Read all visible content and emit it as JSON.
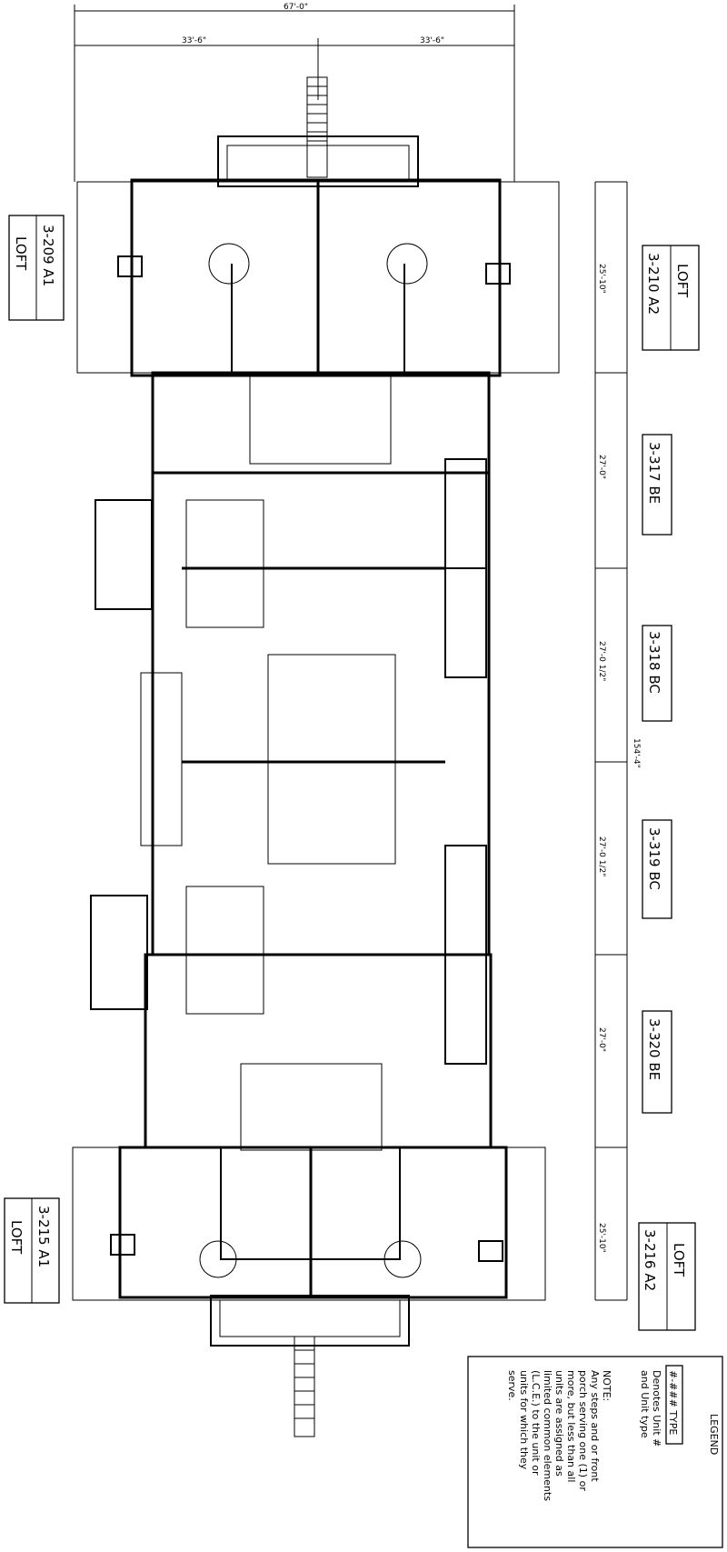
{
  "dimensions": {
    "overall_width": "67'-0\"",
    "half_left": "33'-6\"",
    "half_right": "33'-6\"",
    "overall_length": "154'-4\"",
    "segments": [
      "25'-10\"",
      "27'-0\"",
      "27'-0 1/2\"",
      "27'-0 1/2\"",
      "27'-0\"",
      "25'-10\""
    ]
  },
  "units": [
    {
      "id": "u209",
      "lines": [
        "3-209  A1",
        "LOFT"
      ]
    },
    {
      "id": "u210",
      "lines": [
        "LOFT",
        "3-210  A2"
      ]
    },
    {
      "id": "u317",
      "lines": [
        "3-317  BE"
      ]
    },
    {
      "id": "u318",
      "lines": [
        "3-318  BC"
      ]
    },
    {
      "id": "u319",
      "lines": [
        "3-319  BC"
      ]
    },
    {
      "id": "u320",
      "lines": [
        "3-320  BE"
      ]
    },
    {
      "id": "u215",
      "lines": [
        "3-215  A1",
        "LOFT"
      ]
    },
    {
      "id": "u216",
      "lines": [
        "LOFT",
        "3-216  A2"
      ]
    }
  ],
  "legend": {
    "title": "LEGEND",
    "key": "#-###  TYPE",
    "key_desc": [
      "Denotes Unit #",
      "and Unit type"
    ],
    "note_title": "NOTE:",
    "note_lines": [
      "Any steps and or front",
      "porch serving one (1) or",
      "more, but less than all",
      "units are assigned as",
      "limited common elements",
      "(L.C.E.) to the unit or",
      "units for which they",
      "serve."
    ]
  }
}
